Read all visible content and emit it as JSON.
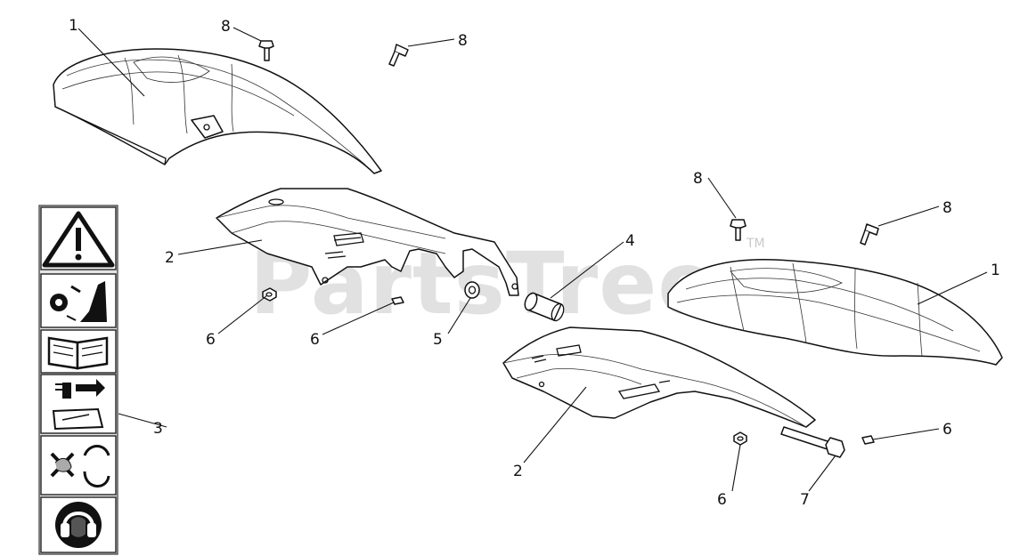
{
  "watermark": {
    "text": "PartsTree",
    "trademark": "TM"
  },
  "callouts": [
    {
      "id": "c1a",
      "label": "1"
    },
    {
      "id": "c1b",
      "label": "1"
    },
    {
      "id": "c2a",
      "label": "2"
    },
    {
      "id": "c2b",
      "label": "2"
    },
    {
      "id": "c3",
      "label": "3"
    },
    {
      "id": "c4",
      "label": "4"
    },
    {
      "id": "c5",
      "label": "5"
    },
    {
      "id": "c6a",
      "label": "6"
    },
    {
      "id": "c6b",
      "label": "6"
    },
    {
      "id": "c6c",
      "label": "6"
    },
    {
      "id": "c6d",
      "label": "6"
    },
    {
      "id": "c7",
      "label": "7"
    },
    {
      "id": "c8a",
      "label": "8"
    },
    {
      "id": "c8b",
      "label": "8"
    },
    {
      "id": "c8c",
      "label": "8"
    },
    {
      "id": "c8d",
      "label": "8"
    }
  ],
  "safety_label_icons": [
    "warning-triangle-icon",
    "thrown-objects-icon",
    "read-manual-icon",
    "disengage-before-service-icon",
    "keep-hands-away-icon",
    "hearing-protection-icon"
  ]
}
